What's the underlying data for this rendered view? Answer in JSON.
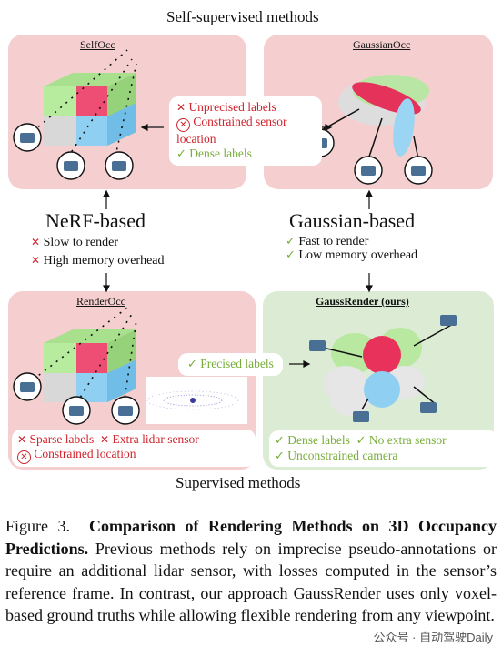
{
  "top_title": "Self-supervised methods",
  "bottom_title": "Supervised methods",
  "selfocc": {
    "label": "SelfOcc"
  },
  "gaussianocc": {
    "label": "GaussianOcc"
  },
  "top_bubble": {
    "item1": "Unprecised labels",
    "item2": "Constrained sensor location",
    "item3": "Dense labels"
  },
  "nerf": {
    "title": "NeRF-based",
    "item1": "Slow to render",
    "item2": "High memory overhead"
  },
  "gaussian": {
    "title": "Gaussian-based",
    "item1": "Fast to render",
    "item2": "Low memory overhead"
  },
  "renderocc": {
    "label": "RenderOcc",
    "sparse": "Sparse labels",
    "lidar": "Extra lidar sensor",
    "constrained": "Constrained location"
  },
  "gaussrender": {
    "label": "GaussRender (ours)",
    "precised": "Precised labels",
    "dense": "Dense labels",
    "no_sensor": "No extra sensor",
    "unconstrained": "Unconstrained camera"
  },
  "caption": {
    "prefix": "Figure 3.",
    "bold": "Comparison of Rendering Methods on 3D Occupancy Predictions.",
    "body": "Previous methods rely on imprecise pseudo-annotations or require an additional lidar sensor, with losses computed in the sensor’s reference frame. In contrast, our approach GaussRender uses only voxel-based ground truths while allowing flexible rendering from any viewpoint."
  },
  "watermark": "公众号 · 自动驾驶Daily",
  "colors": {
    "panel_pink": "#f5cfcf",
    "panel_green": "#dcebd4",
    "red": "#d0232b",
    "green": "#78ad3a"
  }
}
